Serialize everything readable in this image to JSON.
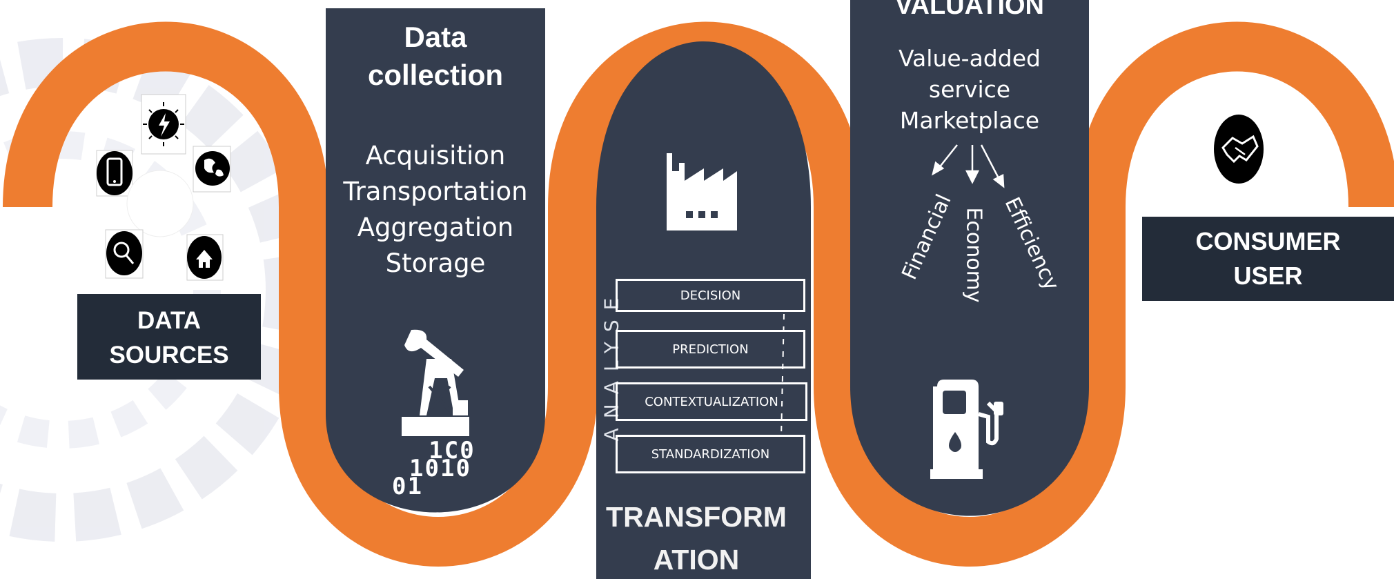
{
  "colors": {
    "orange": "#ee7d30",
    "navy": "#343d4e",
    "dark_box": "#232c39",
    "white": "#ffffff"
  },
  "data_sources": {
    "label_line1": "DATA",
    "label_line2": "SOURCES"
  },
  "data_collection": {
    "title_line1": "Data",
    "title_line2": "collection",
    "items": [
      "Acquisition",
      "Transportation",
      "Aggregation",
      "Storage"
    ],
    "binary_line1": "1C0",
    "binary_line2": "1010",
    "binary_line3": "01"
  },
  "transformation": {
    "vertical_label": "ANALYSE",
    "steps": [
      "DECISION",
      "PREDICTION",
      "CONTEXTUALIZATION",
      "STANDARDIZATION"
    ],
    "title_line1": "TRANSFORM",
    "title_line2": "ATION"
  },
  "valuation": {
    "title": "VALUATION",
    "subtitle_line1": "Value-added",
    "subtitle_line2": "service",
    "subtitle_line3": "Marketplace",
    "branches": [
      "Financial",
      "Economy",
      "Efficiency"
    ]
  },
  "consumer": {
    "label_line1": "CONSUMER",
    "label_line2": "USER"
  },
  "icons": [
    "energy-icon",
    "phone-icon",
    "globe-icon",
    "analysis-icon",
    "home-icon",
    "oil-pump-icon",
    "factory-icon",
    "fuel-pump-icon",
    "handshake-icon"
  ]
}
